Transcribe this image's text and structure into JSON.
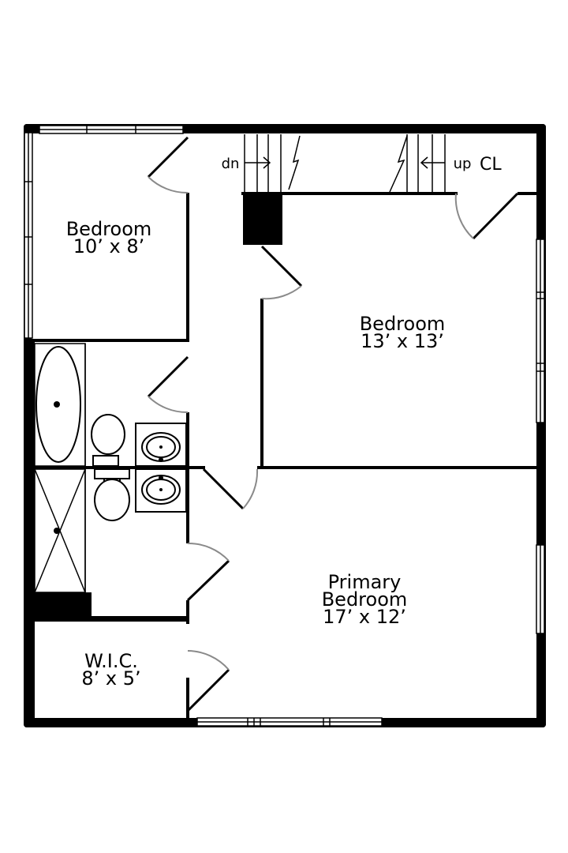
{
  "rooms": {
    "bedroom_small": {
      "name": "Bedroom",
      "size": "10’ x 8’"
    },
    "bedroom_mid": {
      "name": "Bedroom",
      "size": "13’ x 13’"
    },
    "primary": {
      "name_line1": "Primary",
      "name_line2": "Bedroom",
      "size": "17’ x 12’"
    },
    "wic": {
      "name": "W.I.C.",
      "size": "8’ x 5’"
    }
  },
  "stairs": {
    "down_label": "dn",
    "up_label": "up"
  },
  "closet": {
    "label": "CL"
  }
}
